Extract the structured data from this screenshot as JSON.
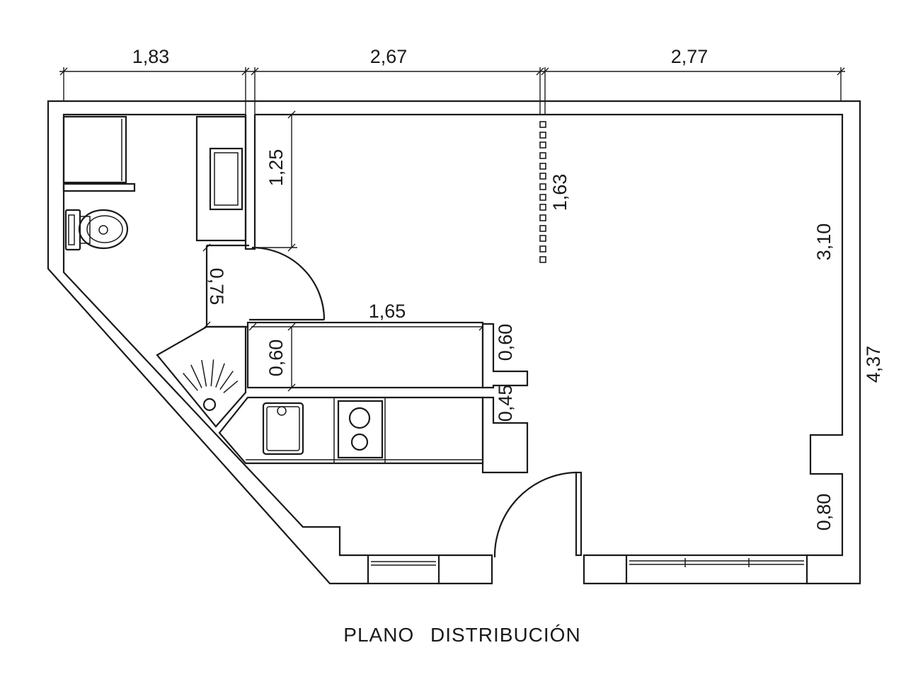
{
  "dimensions": {
    "top_left": "1,83",
    "top_middle": "2,67",
    "top_right": "2,77",
    "bath_partition": "1,25",
    "dotted_line": "1,63",
    "right_upper": "3,10",
    "right_total": "4,37",
    "bath_door": "0,75",
    "counter_length": "1,65",
    "counter_depth": "0,60",
    "wall_upper": "0,60",
    "wall_lower": "0,45",
    "right_lower": "0,80"
  },
  "title": "PLANO DISTRIBUCIÓN",
  "colors": {
    "line": "#1a1a1a",
    "background": "#ffffff"
  }
}
